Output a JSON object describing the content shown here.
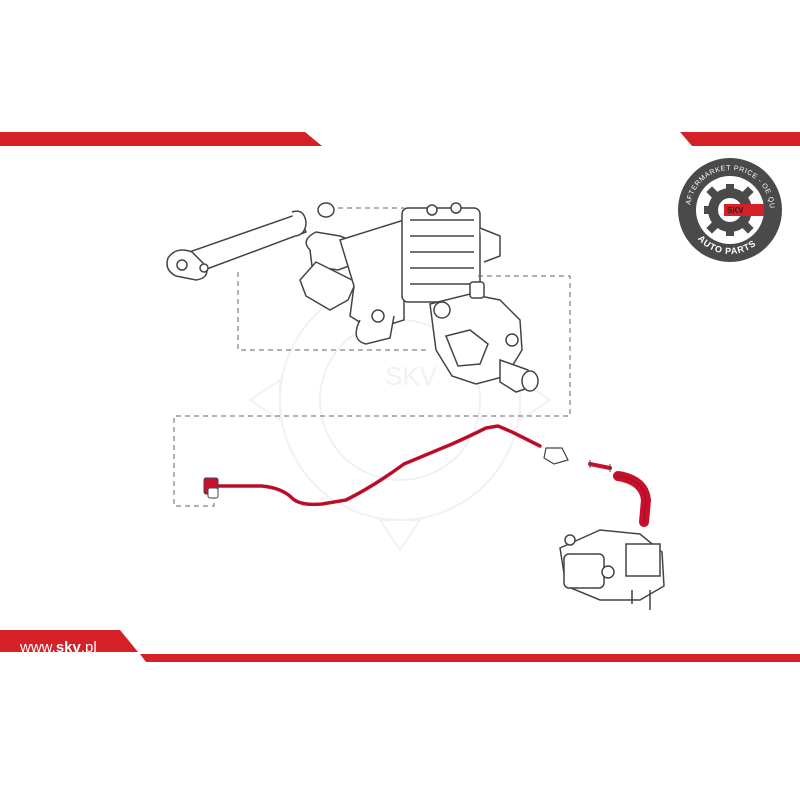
{
  "brand": {
    "url_prefix": "www.",
    "url_bold": "skv",
    "url_suffix": ".pl",
    "logo_ring_top": "AFTERMARKET PRICE - OE QUALITY",
    "logo_ring_bottom": "AUTO PARTS",
    "logo_center": "SKV",
    "watermark": "SKV"
  },
  "colors": {
    "accent_red": "#d42027",
    "hose_red": "#c8102e",
    "line_art": "#444444",
    "logo_dark": "#4a4a4a"
  },
  "diagram": {
    "highlighted_part": "coolant-hose"
  }
}
